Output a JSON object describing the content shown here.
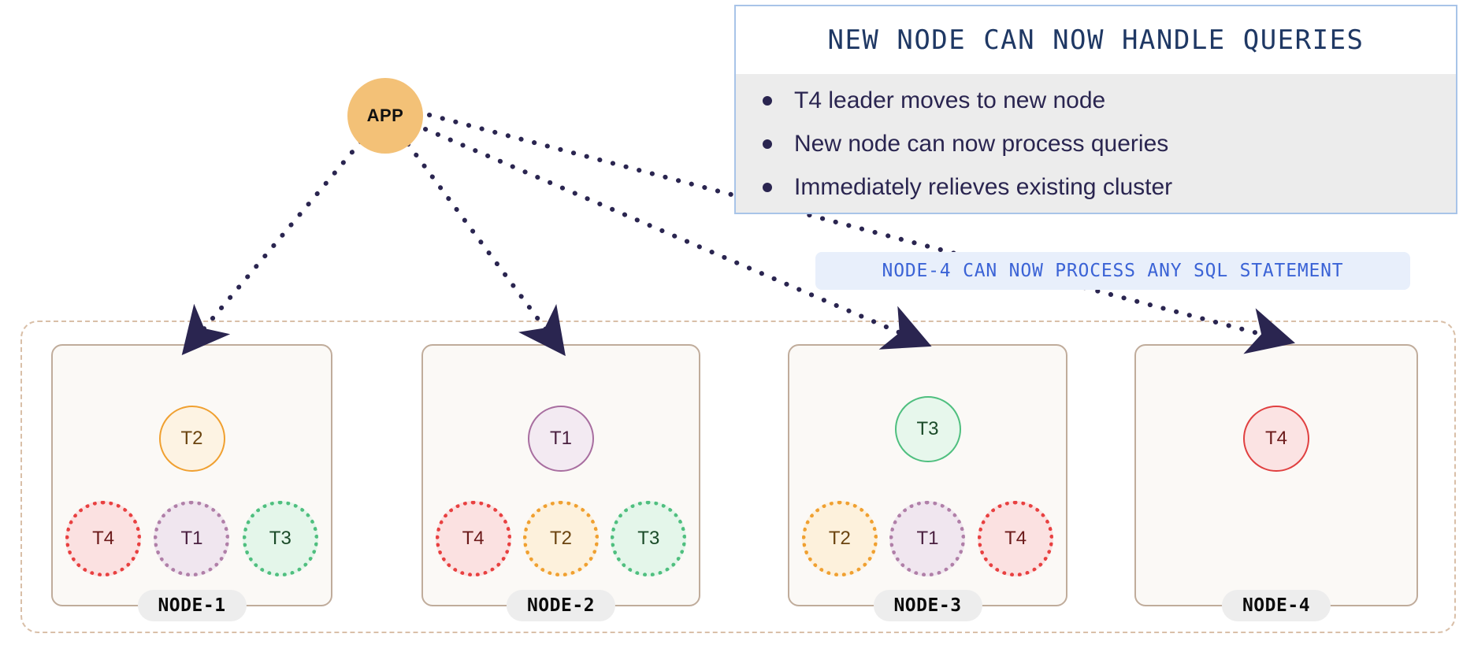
{
  "app": {
    "label": "APP",
    "color": "#F3C177"
  },
  "info_box": {
    "title": "NEW NODE CAN NOW HANDLE QUERIES",
    "bullets": [
      "T4 leader moves to new node",
      "New node can now process queries",
      "Immediately relieves existing cluster"
    ],
    "border_color": "#A8C4E8",
    "title_color": "#1F3864",
    "body_bg": "#ECECEC",
    "text_color": "#2A2550"
  },
  "callout": {
    "text": "NODE-4 CAN NOW PROCESS ANY SQL STATEMENT",
    "bg": "#E8EFFB",
    "color": "#3B63D6"
  },
  "cluster": {
    "boundary_color": "#D9BFA8"
  },
  "nodes": [
    {
      "label": "NODE-1",
      "leader": "T2",
      "followers": [
        "T4",
        "T1",
        "T3"
      ]
    },
    {
      "label": "NODE-2",
      "leader": "T1",
      "followers": [
        "T4",
        "T2",
        "T3"
      ]
    },
    {
      "label": "NODE-3",
      "leader": "T3",
      "followers": [
        "T2",
        "T1",
        "T4"
      ]
    },
    {
      "label": "NODE-4",
      "leader": "T4",
      "followers": []
    }
  ],
  "term_colors": {
    "T1": "#A86EA0",
    "T2": "#F0A030",
    "T3": "#4FBF7F",
    "T4": "#E04040"
  },
  "arrows": {
    "color": "#2A2550",
    "style": "dotted",
    "count": 4,
    "from": "APP",
    "to": [
      "NODE-1",
      "NODE-2",
      "NODE-3",
      "NODE-4"
    ]
  }
}
